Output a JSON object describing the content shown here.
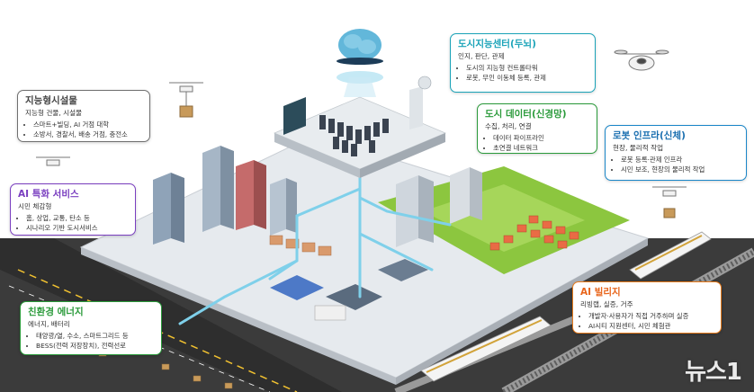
{
  "callouts": {
    "brain": {
      "title": "도시지능센터(두뇌)",
      "subtitle": "인지, 판단, 관제",
      "items": [
        "도시의 지능형 컨트롤타워",
        "로봇, 무인 이동체 등록, 관제"
      ]
    },
    "facilities": {
      "title": "지능형시설물",
      "subtitle": "지능형 건물, 시설물",
      "items": [
        "스마트+빌딩, AI 거점 대학",
        "소방서, 경찰서, 배송 거점, 충전소"
      ]
    },
    "nerve": {
      "title": "도시 데이터(신경망)",
      "subtitle": "수집, 처리, 연결",
      "items": [
        "데이터 파이프라인",
        "초연결 네트워크"
      ]
    },
    "robot": {
      "title": "로봇 인프라(신체)",
      "subtitle": "현장, 물리적 작업",
      "items": [
        "로봇 등록·관제 인프라",
        "시민 보조, 현장의 물리적 작업"
      ]
    },
    "ai_service": {
      "title": "AI 특화 서비스",
      "subtitle": "시민 체감형",
      "items": [
        "홈, 상업, 교통, 탄소 등",
        "시나리오 기반 도시서비스"
      ]
    },
    "energy": {
      "title": "친환경 에너지",
      "subtitle": "에너지, 배터리",
      "items": [
        "태양광/열, 수소, 스마트그리드 등",
        "BESS(전력 저장장치), 전력선로"
      ]
    },
    "village": {
      "title": "AI 빌리지",
      "subtitle": "리빙랩, 실증, 거주",
      "items": [
        "개발자·사용자가 직접 거주하며 실증",
        "AI시티 지원센터, 시민 체험관"
      ]
    }
  },
  "watermark": "뉴스1",
  "colors": {
    "ground": "#3a3a3a",
    "platform": "#e4e8ec",
    "park": "#8cc63f",
    "network": "#7fd0ea",
    "accent_blue": "#1a86c8",
    "accent_purple": "#7a3fc0",
    "accent_green": "#2a9a3a",
    "accent_orange": "#e87a1a",
    "accent_gray": "#6f6f6f",
    "accent_cyan": "#1aa3b8"
  }
}
